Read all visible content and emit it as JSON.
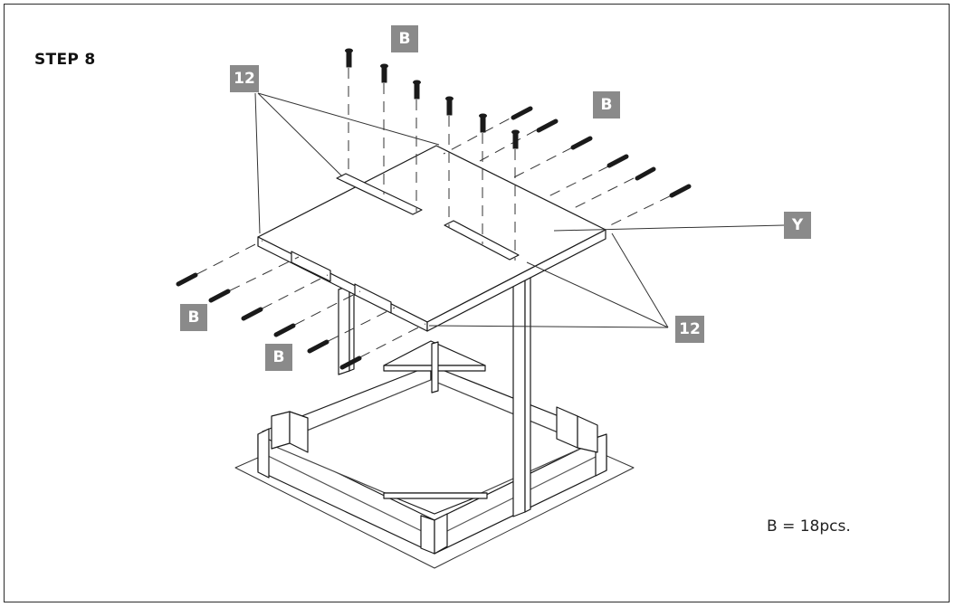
{
  "title": "STEP 8",
  "callouts": {
    "b_top": "B",
    "b_right": "B",
    "b_left_upper": "B",
    "b_left_lower": "B",
    "twelve_top": "12",
    "twelve_bottom": "12",
    "y": "Y"
  },
  "note": "B = 18pcs.",
  "colors": {
    "callout_bg": "#8a8a8a",
    "line": "#1a1a1a",
    "ground": "#ffffff"
  }
}
